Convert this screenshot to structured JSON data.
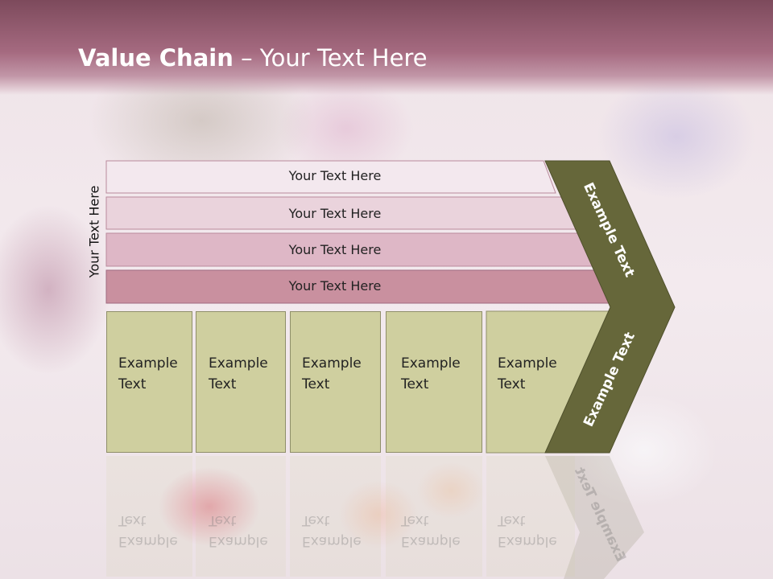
{
  "title": {
    "bold": "Value Chain",
    "rest": " – Your Text Here"
  },
  "side_label": "Your Text Here",
  "bars": [
    {
      "label": "Your Text Here",
      "color": "#f3e8ee"
    },
    {
      "label": "Your Text Here",
      "color": "#ead3dc"
    },
    {
      "label": "Your Text Here",
      "color": "#deb7c6"
    },
    {
      "label": "Your Text Here",
      "color": "#c9909f"
    }
  ],
  "columns": [
    {
      "text": "Example\nText"
    },
    {
      "text": "Example\nText"
    },
    {
      "text": "Example\nText"
    },
    {
      "text": "Example\nText"
    },
    {
      "text": "Example\nText"
    }
  ],
  "chevron_upper": "Example Text",
  "chevron_lower": "Example Text",
  "colors": {
    "header": "#a56a80",
    "column_fill": "#cfcf9f",
    "chevron_fill": "#66673a"
  }
}
